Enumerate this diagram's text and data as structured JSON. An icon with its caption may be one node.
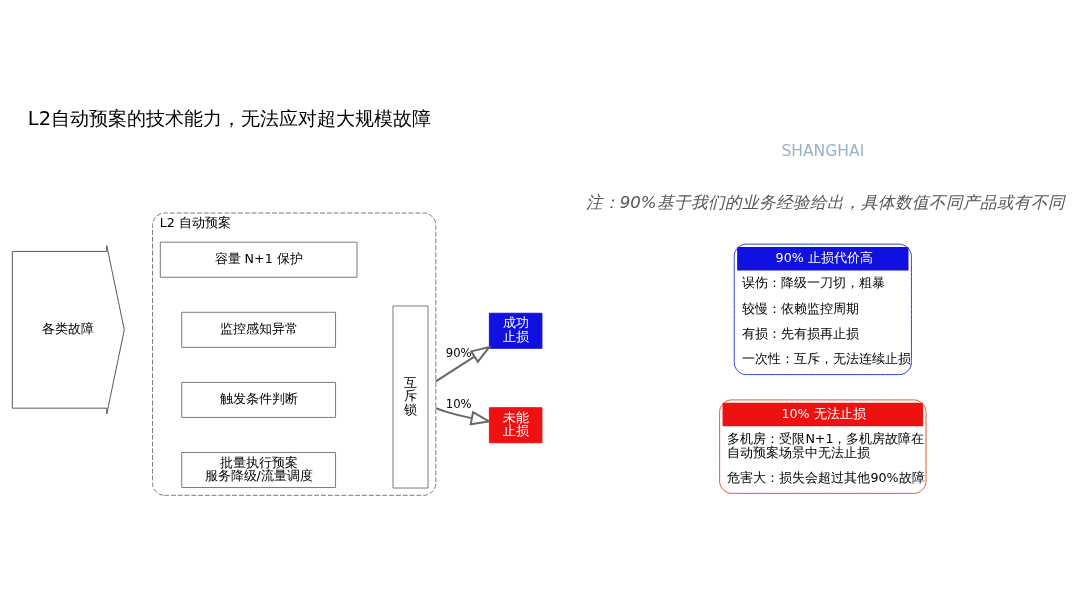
{
  "diagram": {
    "title": "L2自动预案的技术能力，无法应对超大规模故障",
    "nodes": [
      {
        "text": [
          "各类故障"
        ]
      },
      {
        "text": [
          "L2 自动预案"
        ]
      },
      {
        "text": [
          "容量 N+1 保护"
        ],
        "in": 1
      },
      {
        "text": [
          "监控感知异常"
        ],
        "in": 1
      },
      {
        "text": [
          "触发条件判断"
        ],
        "in": 1
      },
      {
        "text": [
          "批量执行预案服务降级/流量调度"
        ],
        "in": 1
      },
      {
        "text": [
          "互斥锁"
        ],
        "in": 1
      },
      {
        "text": [
          "成功止损"
        ]
      },
      {
        "text": [
          "未能止损"
        ]
      },
      {
        "text": [
          "90% 止损代价高",
          "误伤：降级一刀切，粗暴",
          "较慢：依赖监控周期",
          "有损：先有损再止损",
          "一次性：互斥，无法连续止损"
        ]
      },
      {
        "text": [
          "10% 无法止损",
          "多机房：受限N+1，多机房故障在自动预案场景中无法止损",
          "危害大：损失会超过其他90%故障"
        ]
      }
    ],
    "edges": [
      {
        "from": 1,
        "to": 7,
        "arrow": "to",
        "label": "90%"
      },
      {
        "from": 1,
        "to": 8,
        "arrow": "to",
        "label": "10%"
      }
    ],
    "labels": [
      "注：90%基于我们的业务经验给出，具体数值不同产品或有不同",
      "SHANGHAI"
    ]
  }
}
